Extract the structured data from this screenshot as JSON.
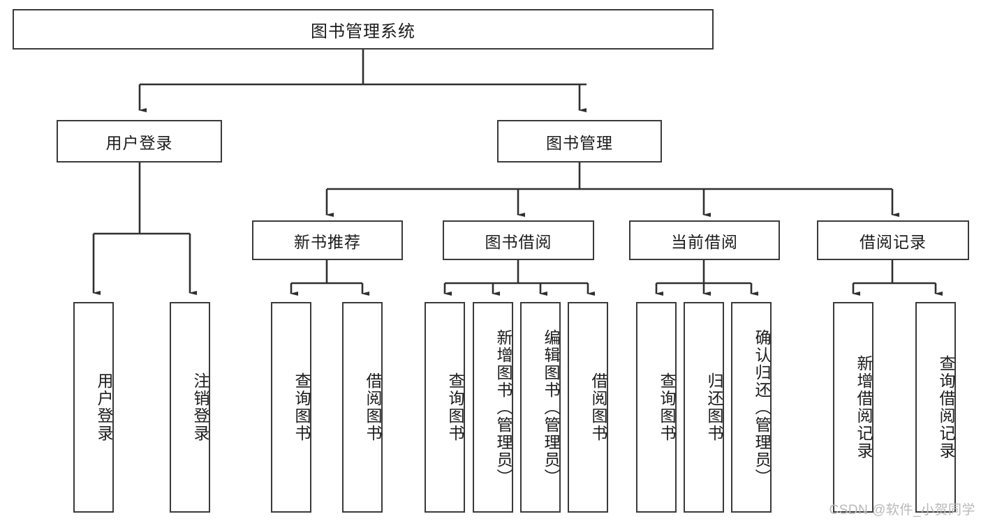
{
  "diagram": {
    "type": "tree",
    "title": "图书管理系统",
    "watermark": "CSDN @软件_小贺同学",
    "theme": {
      "background": "#ffffff",
      "node_border": "#3a3a3a",
      "node_fill": "#ffffff",
      "text": "#1b1b1b",
      "connector": "#2f2f2f",
      "watermark": "#b9b9b9"
    },
    "levels": {
      "root": {
        "label": "图书管理系统"
      },
      "level2": [
        {
          "label": "用户登录"
        },
        {
          "label": "图书管理"
        }
      ],
      "level3": [
        {
          "label": "新书推荐"
        },
        {
          "label": "图书借阅"
        },
        {
          "label": "当前借阅"
        },
        {
          "label": "借阅记录"
        }
      ],
      "leaves": {
        "user_login": [
          {
            "label": "用户登录"
          },
          {
            "label": "注销登录"
          }
        ],
        "new_book_recommend": [
          {
            "label": "查询图书"
          },
          {
            "label": "借阅图书"
          }
        ],
        "book_borrow": [
          {
            "label": "查询图书"
          },
          {
            "label": "新增图书（管理员）"
          },
          {
            "label": "编辑图书（管理员）"
          },
          {
            "label": "借阅图书"
          }
        ],
        "current_borrow": [
          {
            "label": "查询图书"
          },
          {
            "label": "归还图书"
          },
          {
            "label": "确认归还（管理员）"
          }
        ],
        "borrow_record": [
          {
            "label": "新增借阅记录"
          },
          {
            "label": "查询借阅记录"
          }
        ]
      }
    }
  }
}
